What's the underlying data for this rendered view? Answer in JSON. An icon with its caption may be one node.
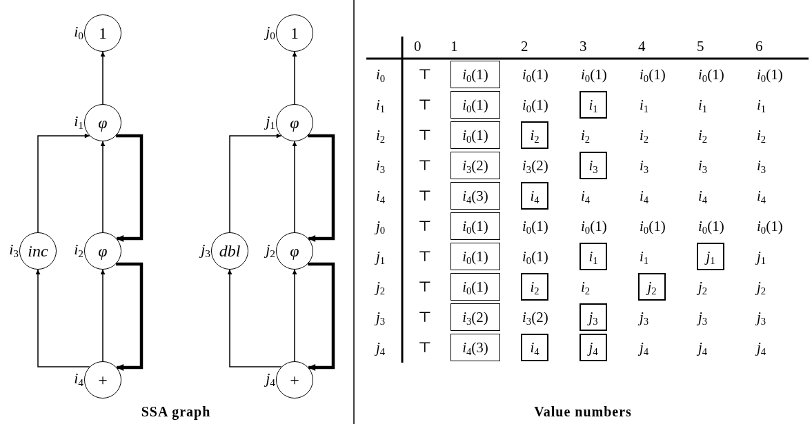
{
  "diagram": {
    "nodes": [
      {
        "text": [
          "1"
        ],
        "beside": [
          "*i*$_{0}$"
        ]
      },
      {
        "text": [
          "φ"
        ],
        "beside": [
          "*i*$_{1}$"
        ]
      },
      {
        "text": [
          "inc"
        ],
        "beside": [
          "*i*$_{3}$"
        ]
      },
      {
        "text": [
          "φ"
        ],
        "beside": [
          "*i*$_{2}$"
        ]
      },
      {
        "text": [
          "+"
        ],
        "beside": [
          "*i*$_{4}$"
        ]
      },
      {
        "text": [
          "1"
        ],
        "beside": [
          "*j*$_{0}$"
        ]
      },
      {
        "text": [
          "φ"
        ],
        "beside": [
          "*j*$_{1}$"
        ]
      },
      {
        "text": [
          "dbl"
        ],
        "beside": [
          "*j*$_{3}$"
        ]
      },
      {
        "text": [
          "φ"
        ],
        "beside": [
          "*j*$_{2}$"
        ]
      },
      {
        "text": [
          "+"
        ],
        "beside": [
          "*j*$_{4}$"
        ]
      },
      {
        "text": [
          "*i*$_{0}$(1)"
        ]
      },
      {
        "text": [
          "*i*$_{0}$(1)"
        ]
      },
      {
        "text": [
          "*i*$_{1}$"
        ]
      },
      {
        "text": [
          "*i*$_{0}$(1)"
        ]
      },
      {
        "text": [
          "*i*$_{2}$"
        ]
      },
      {
        "text": [
          "*i*$_{3}$(2)"
        ]
      },
      {
        "text": [
          "*i*$_{3}$"
        ]
      },
      {
        "text": [
          "*i*$_{4}$(3)"
        ]
      },
      {
        "text": [
          "*i*$_{4}$"
        ]
      },
      {
        "text": [
          "*i*$_{0}$(1)"
        ]
      },
      {
        "text": [
          "*i*$_{0}$(1)"
        ]
      },
      {
        "text": [
          "*i*$_{1}$"
        ]
      },
      {
        "text": [
          "*j*$_{1}$"
        ]
      },
      {
        "text": [
          "*i*$_{0}$(1)"
        ]
      },
      {
        "text": [
          "*i*$_{2}$"
        ]
      },
      {
        "text": [
          "*j*$_{2}$"
        ]
      },
      {
        "text": [
          "*i*$_{3}$(2)"
        ]
      },
      {
        "text": [
          "*j*$_{3}$"
        ]
      },
      {
        "text": [
          "*i*$_{4}$(3)"
        ]
      },
      {
        "text": [
          "*i*$_{4}$"
        ]
      },
      {
        "text": [
          "*j*$_{4}$"
        ]
      }
    ],
    "edges": [
      {
        "from": 1,
        "to": 0,
        "arrow": "to"
      },
      {
        "from": 3,
        "to": 1,
        "arrow": "to"
      },
      {
        "from": 2,
        "to": 1,
        "arrow": "to"
      },
      {
        "from": 1,
        "to": 3,
        "arrow": "to",
        "style": "thick"
      },
      {
        "from": 4,
        "to": 3,
        "arrow": "to"
      },
      {
        "from": 4,
        "to": 2,
        "arrow": "to"
      },
      {
        "from": 3,
        "to": 4,
        "arrow": "to",
        "style": "thick"
      },
      {
        "from": 6,
        "to": 5,
        "arrow": "to"
      },
      {
        "from": 8,
        "to": 6,
        "arrow": "to"
      },
      {
        "from": 7,
        "to": 6,
        "arrow": "to"
      },
      {
        "from": 6,
        "to": 8,
        "arrow": "to",
        "style": "thick"
      },
      {
        "from": 9,
        "to": 8,
        "arrow": "to"
      },
      {
        "from": 9,
        "to": 7,
        "arrow": "to"
      },
      {
        "from": 8,
        "to": 9,
        "arrow": "to",
        "style": "thick"
      }
    ],
    "labels": [
      "0",
      "1",
      "2",
      "3",
      "4",
      "5",
      "6",
      "*i*$_{0}$",
      "⊤",
      "*i*$_{0}$(1)",
      "*i*$_{0}$(1)",
      "*i*$_{0}$(1)",
      "*i*$_{0}$(1)",
      "*i*$_{0}$(1)",
      "*i*$_{1}$",
      "⊤",
      "*i*$_{0}$(1)",
      "*i*$_{1}$",
      "*i*$_{1}$",
      "*i*$_{1}$",
      "*i*$_{2}$",
      "⊤",
      "*i*$_{2}$",
      "*i*$_{2}$",
      "*i*$_{2}$",
      "*i*$_{2}$",
      "*i*$_{3}$",
      "⊤",
      "*i*$_{3}$(2)",
      "*i*$_{3}$",
      "*i*$_{3}$",
      "*i*$_{3}$",
      "*i*$_{4}$",
      "⊤",
      "*i*$_{4}$",
      "*i*$_{4}$",
      "*i*$_{4}$",
      "*i*$_{4}$",
      "*j*$_{0}$",
      "⊤",
      "*i*$_{0}$(1)",
      "*i*$_{0}$(1)",
      "*i*$_{0}$(1)",
      "*i*$_{0}$(1)",
      "*i*$_{0}$(1)",
      "*j*$_{1}$",
      "⊤",
      "*i*$_{0}$(1)",
      "*i*$_{1}$",
      "*j*$_{1}$",
      "*j*$_{2}$",
      "⊤",
      "*i*$_{2}$",
      "*j*$_{2}$",
      "*j*$_{2}$",
      "*j*$_{3}$",
      "⊤",
      "*i*$_{3}$(2)",
      "*j*$_{3}$",
      "*j*$_{3}$",
      "*j*$_{3}$",
      "*j*$_{4}$",
      "⊤",
      "*j*$_{4}$",
      "*j*$_{4}$",
      "*j*$_{4}$",
      "SSA graph",
      "Value numbers"
    ]
  }
}
